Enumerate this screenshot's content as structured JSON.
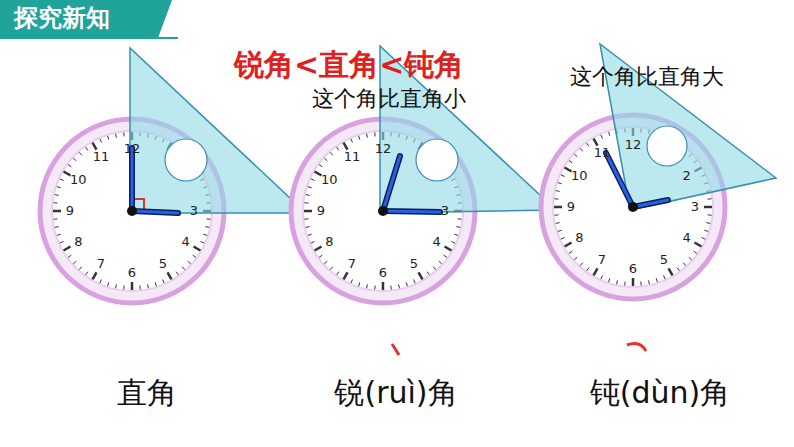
{
  "diagram": {
    "title": "探究新知",
    "labels": [
      "锐角<直角<钝角",
      "这个角比直角小",
      "这个角比直角大",
      "12",
      "11",
      "10",
      "9",
      "8",
      "7",
      "6",
      "5",
      "4",
      "3",
      "12",
      "11",
      "10",
      "9",
      "8",
      "7",
      "6",
      "5",
      "4",
      "3",
      "12",
      "11",
      "10",
      "9",
      "8",
      "7",
      "6",
      "5",
      "4",
      "3",
      "2",
      "直角",
      "锐(ruì)角",
      "钝(dùn)角"
    ]
  }
}
